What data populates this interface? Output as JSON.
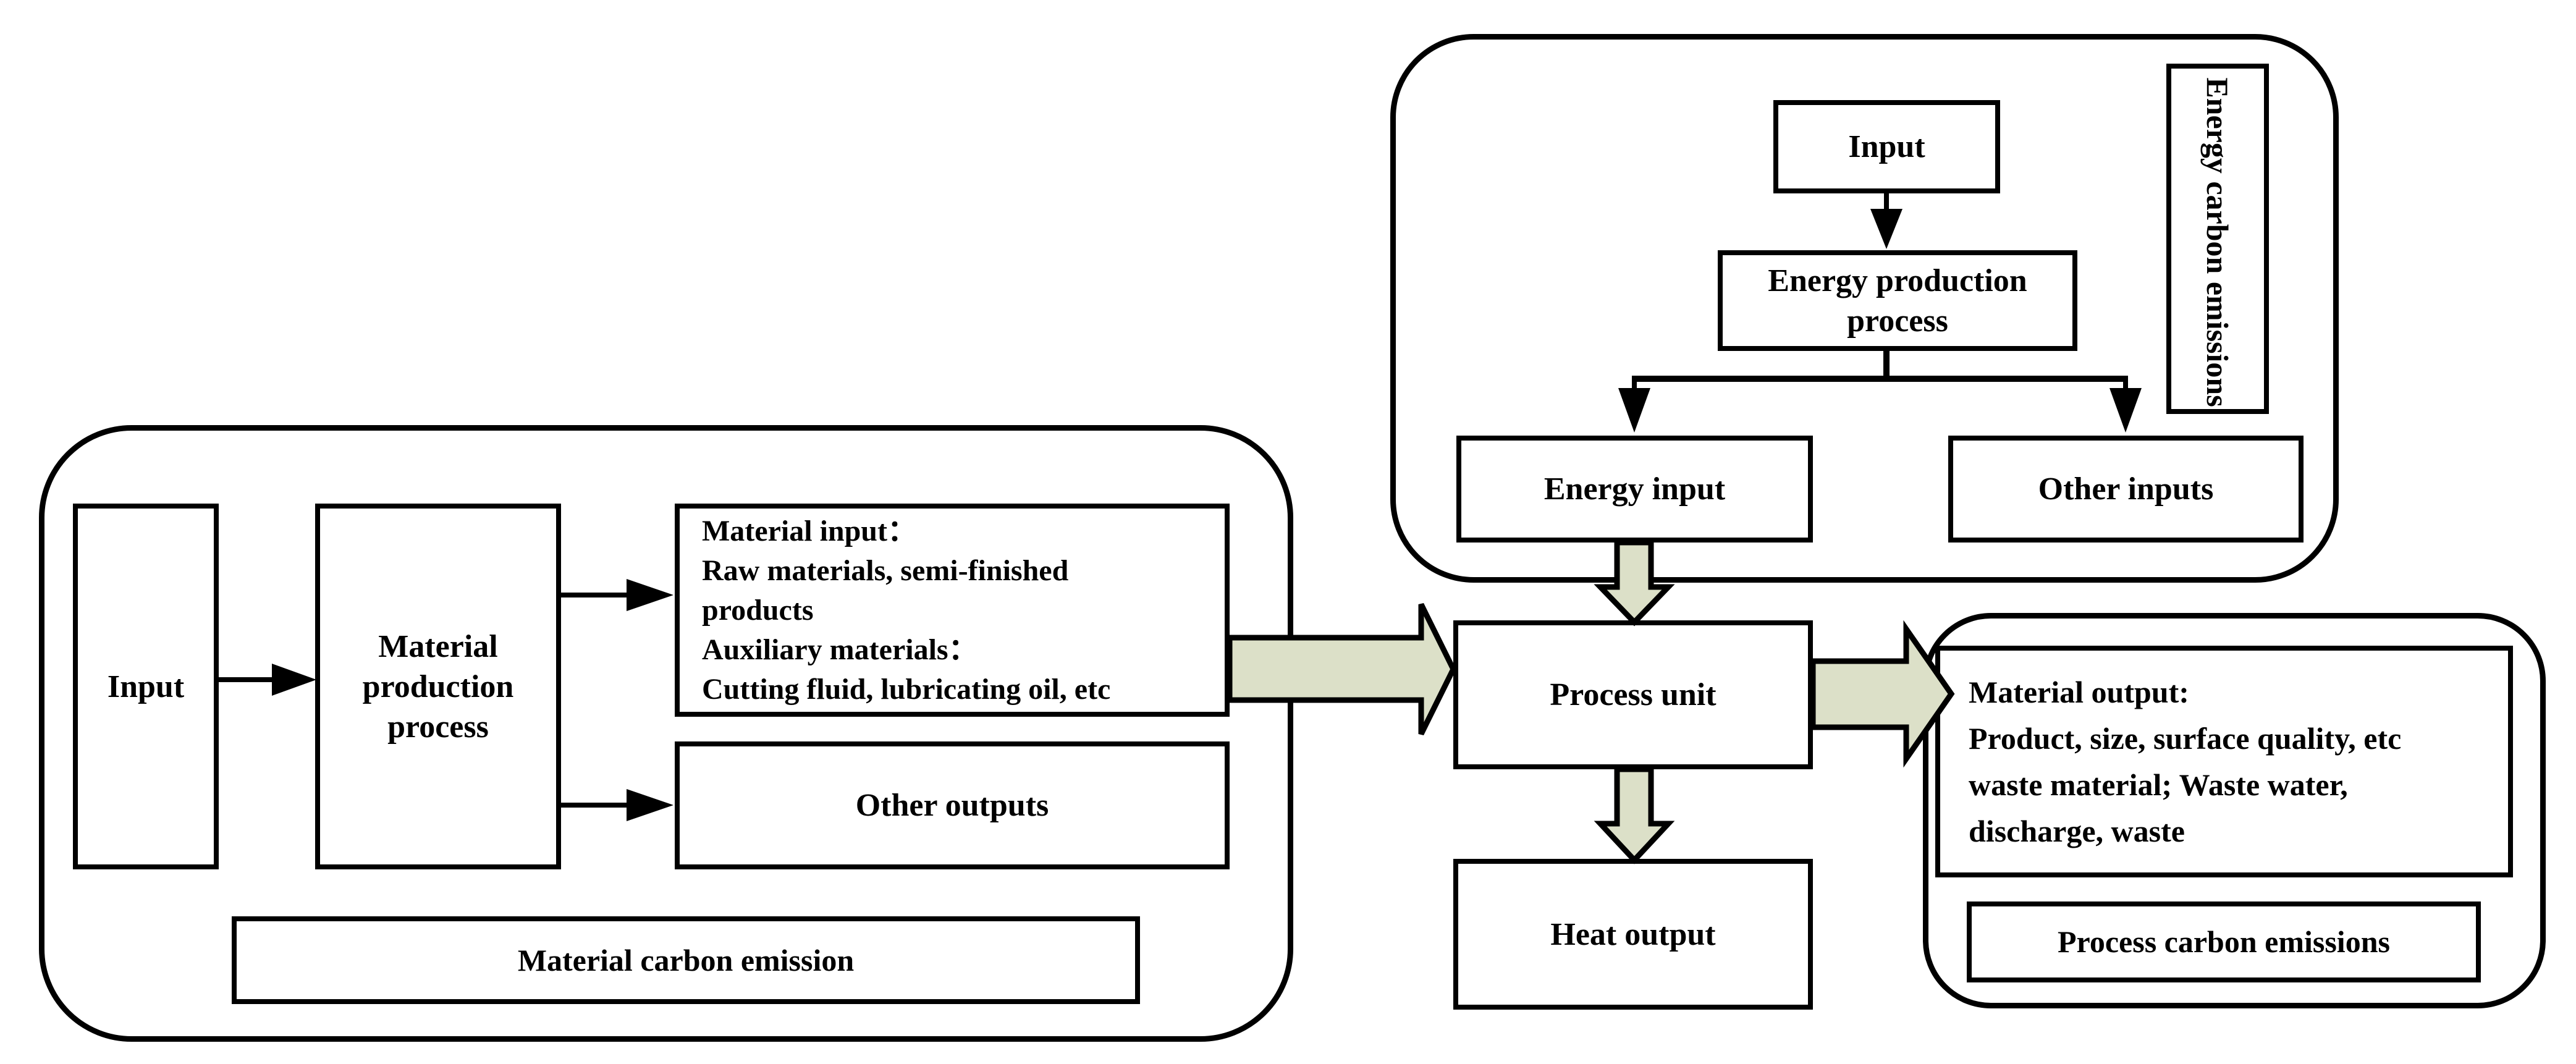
{
  "colors": {
    "stroke": "#000000",
    "arrow_fill": "#dce0c8",
    "background": "#ffffff"
  },
  "material_group": {
    "input_label": "Input",
    "production_label": "Material production process",
    "material_input_lines": [
      "Material input：",
      "Raw materials, semi-finished",
      "products",
      "Auxiliary materials：",
      "Cutting fluid, lubricating oil, etc"
    ],
    "other_outputs_label": "Other outputs",
    "caption": "Material carbon emission"
  },
  "energy_group": {
    "input_label": "Input",
    "production_label": "Energy production process",
    "energy_input_label": "Energy input",
    "other_inputs_label": "Other inputs",
    "side_caption": "Energy carbon emissions"
  },
  "process_group": {
    "process_unit_label": "Process unit",
    "heat_output_label": "Heat output"
  },
  "output_group": {
    "material_output_lines": [
      "Material output:",
      "Product, size, surface quality, etc",
      "waste material; Waste water,",
      "discharge, waste"
    ],
    "caption": "Process carbon emissions"
  }
}
